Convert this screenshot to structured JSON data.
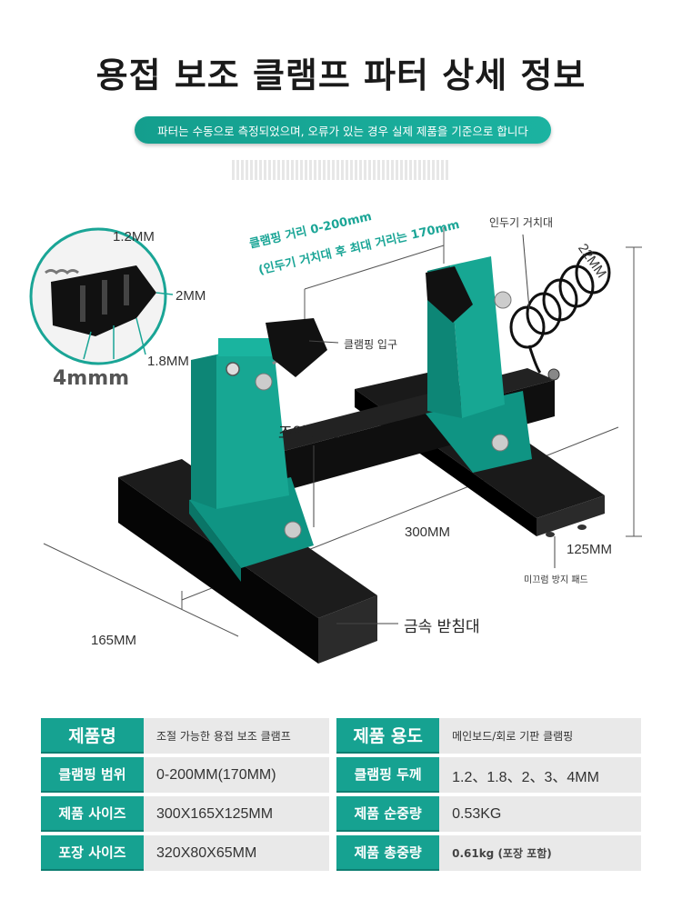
{
  "title": "용접 보조 클램프 파터 상세 정보",
  "notice": "파터는 수동으로 측정되었으며, 오류가 있는 경우 실제 제품을 기준으로 합니다",
  "colors": {
    "accent": "#16a291",
    "base": "#111111"
  },
  "diagram": {
    "dim_1_2": "1.2MM",
    "dim_2": "2MM",
    "dim_1_8": "1.8MM",
    "dim_4": "4mmm",
    "range_line1": "클램핑 거리 0-200mm",
    "range_line2": "(인두기 거치대 후 최대 거리는 170mm",
    "iron_holder": "인두기 거치대",
    "coil_dim": "22MM",
    "clamp_mouth": "클램핑 입구",
    "knob": "조임 노브",
    "length": "300MM",
    "height": "125MM",
    "antislip": "미끄럼 방지 패드",
    "metal_base": "금속 받침대",
    "width": "165MM"
  },
  "specs": [
    {
      "h1": "제품명",
      "v1": "조절 가능한 용접 보조 클램프",
      "h2": "제품 용도",
      "v2": "메인보드/회로 기판 클램핑"
    },
    {
      "h1": "클램핑 범위",
      "v1": "0-200MM(170MM)",
      "h2": "클램핑 두께",
      "v2": "1.2、1.8、2、3、4MM"
    },
    {
      "h1": "제품 사이즈",
      "v1": "300X165X125MM",
      "h2": "제품 순중량",
      "v2": "0.53KG"
    },
    {
      "h1": "포장 사이즈",
      "v1": "320X80X65MM",
      "h2": "제품 총중량",
      "v2": "0.61kg (포장 포함)"
    }
  ]
}
